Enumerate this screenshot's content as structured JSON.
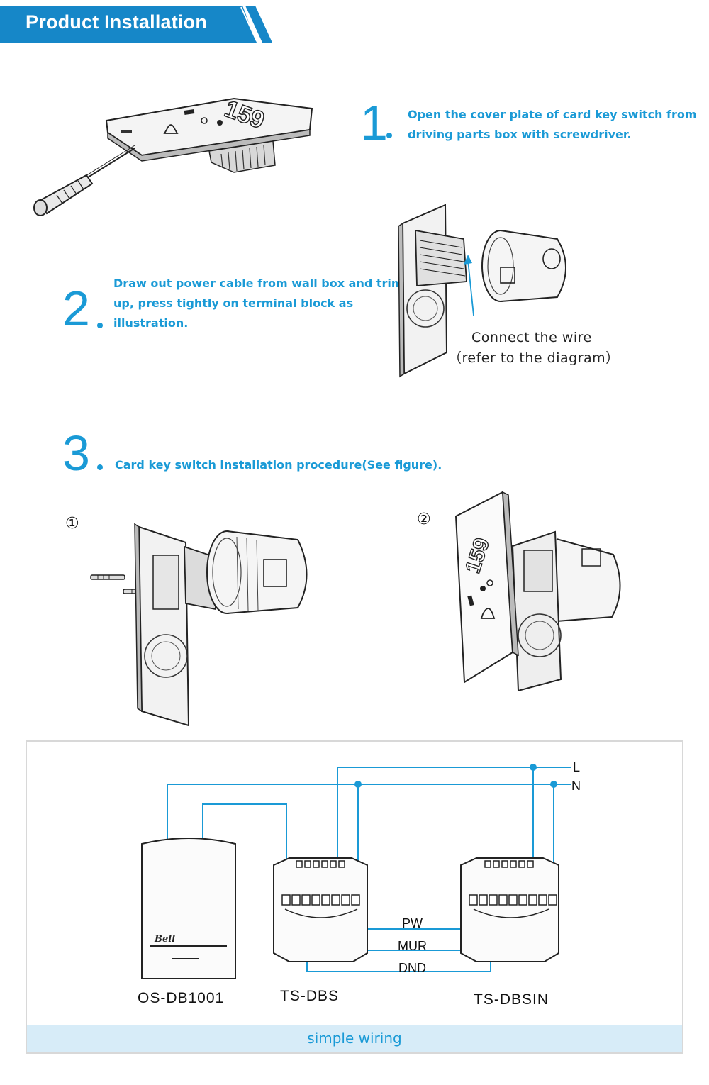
{
  "header": {
    "title": "Product Installation"
  },
  "colors": {
    "accent": "#1a9ad6",
    "banner": "#1687c8",
    "footer_bg": "#d7ecf8",
    "wire": "#1a9ad6"
  },
  "steps": [
    {
      "number": "1",
      "line1": "Open the cover plate of card key switch from",
      "line2": "driving parts box with screwdriver."
    },
    {
      "number": "2",
      "line1": "Draw out power cable from wall box and trim",
      "line2": "up, press tightly on terminal block as",
      "line3": "illustration."
    },
    {
      "number": "3",
      "line1": "Card key switch installation procedure(See figure)."
    }
  ],
  "step2_caption": {
    "line1": "Connect the wire",
    "line2": "（refer to the diagram）"
  },
  "panel_numbers": {
    "first": "①",
    "second": "②",
    "plate_number": "159"
  },
  "wiring": {
    "lines": {
      "live": "L",
      "neutral": "N"
    },
    "signals": {
      "pw": "PW",
      "mur": "MUR",
      "dnd": "DND"
    },
    "devices": {
      "reader": "OS-DB1001",
      "switch": "TS-DBS",
      "indoor": "TS-DBSIN"
    },
    "reader_brand": "Bell",
    "footer": "simple wiring"
  }
}
